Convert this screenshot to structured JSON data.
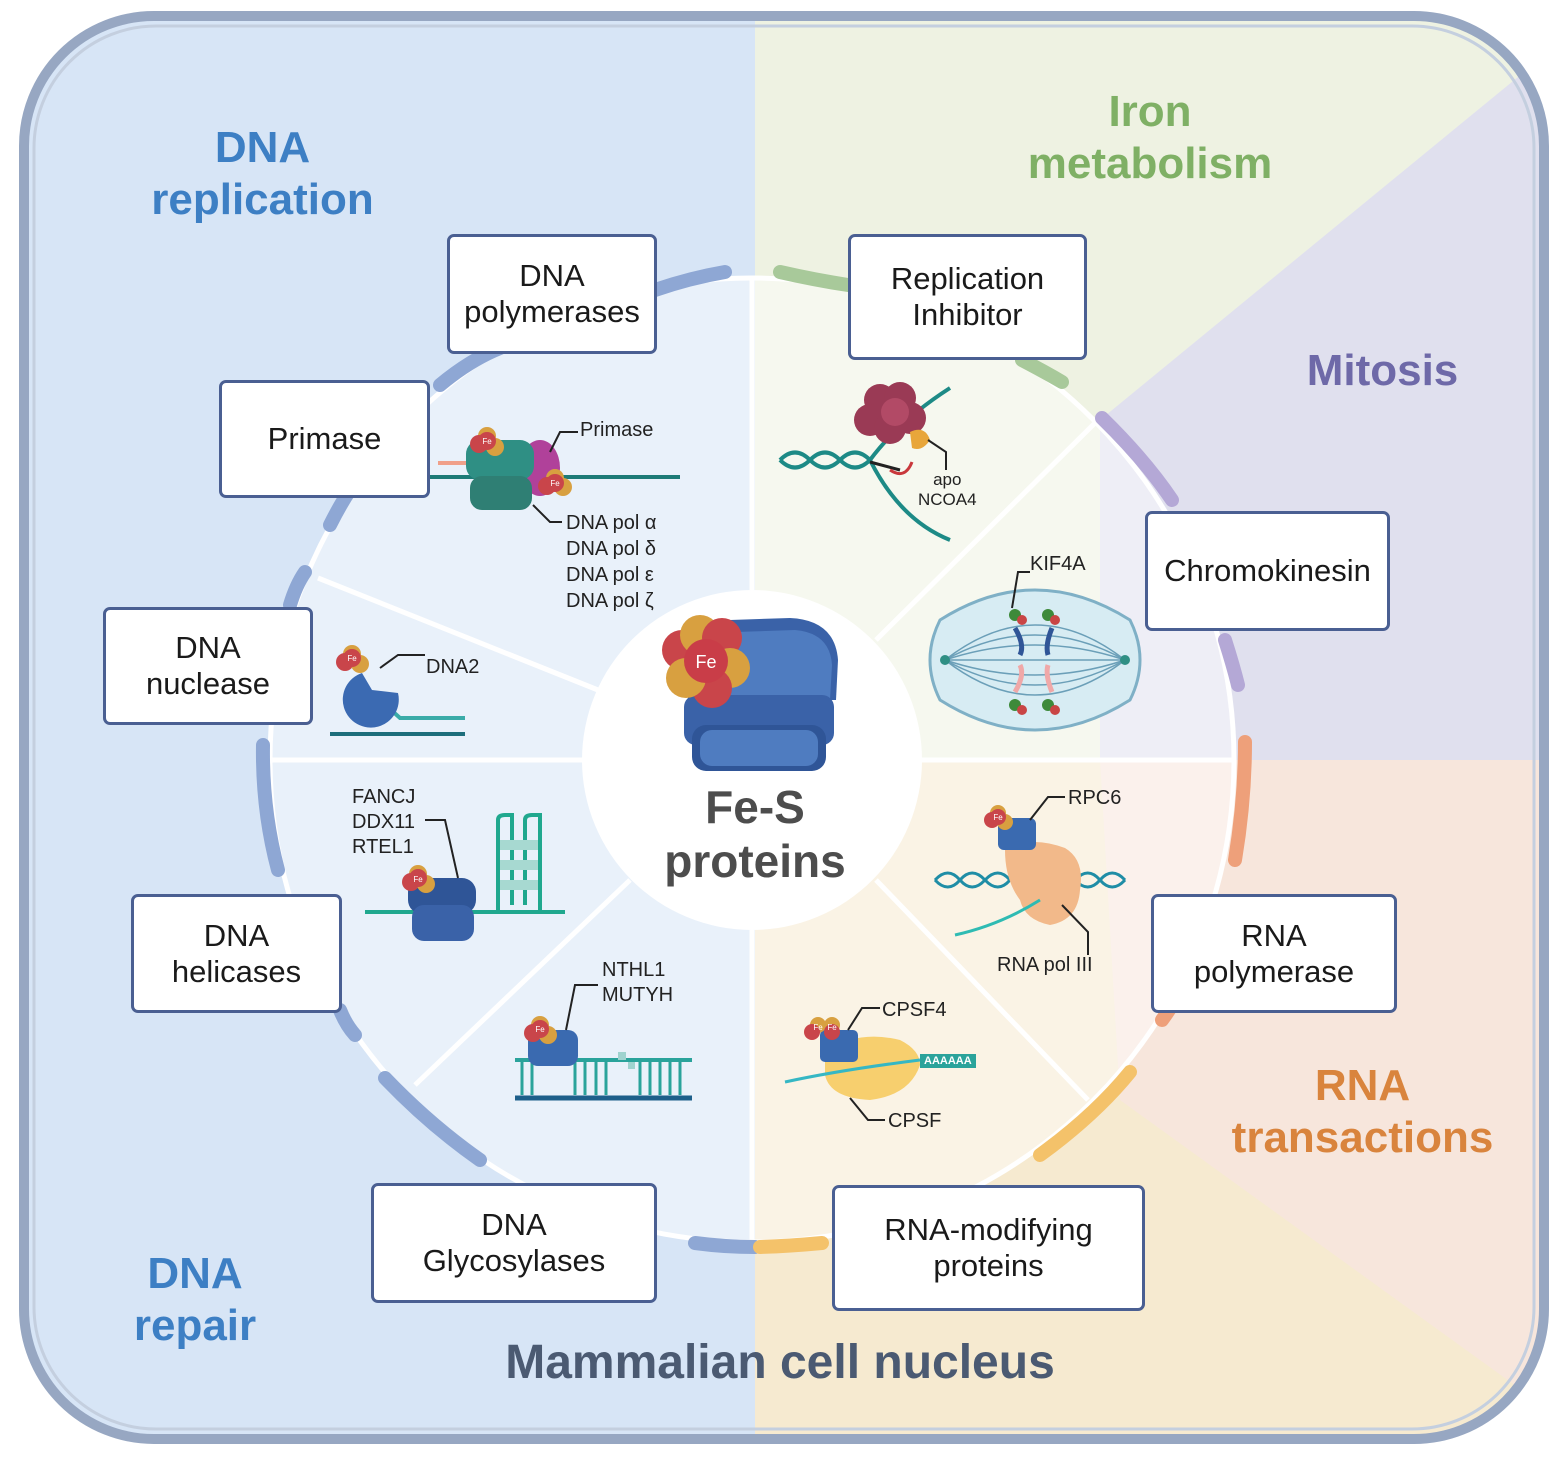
{
  "center": {
    "line1": "Fe-S",
    "line2": "proteins",
    "fe_symbol": "Fe"
  },
  "nucleus_label": "Mammalian cell nucleus",
  "categories": {
    "dna_replication": {
      "line1": "DNA",
      "line2": "replication",
      "color": "#3d7fc4"
    },
    "iron_metabolism": {
      "line1": "Iron",
      "line2": "metabolism",
      "color": "#7fb065"
    },
    "mitosis": {
      "line1": "Mitosis",
      "color": "#6e69a8"
    },
    "rna_transactions": {
      "line1": "RNA",
      "line2": "transactions",
      "color": "#d9843d"
    },
    "dna_repair": {
      "line1": "DNA",
      "line2": "repair",
      "color": "#3d7fc4"
    }
  },
  "boxes": {
    "dna_polymerases": {
      "line1": "DNA",
      "line2": "polymerases"
    },
    "primase": {
      "line1": "Primase"
    },
    "dna_nuclease": {
      "line1": "DNA",
      "line2": "nuclease"
    },
    "dna_helicases": {
      "line1": "DNA",
      "line2": "helicases"
    },
    "dna_glycosylases": {
      "line1": "DNA",
      "line2": "Glycosylases"
    },
    "rna_modifying": {
      "line1": "RNA-modifying",
      "line2": "proteins"
    },
    "rna_polymerase": {
      "line1": "RNA",
      "line2": "polymerase"
    },
    "chromokinesin": {
      "line1": "Chromokinesin"
    },
    "replication_inhibitor": {
      "line1": "Replication",
      "line2": "Inhibitor"
    }
  },
  "labels": {
    "primase": "Primase",
    "pol_alpha": "DNA pol α",
    "pol_delta": "DNA pol δ",
    "pol_epsilon": "DNA pol ε",
    "pol_zeta": "DNA pol ζ",
    "dna2": "DNA2",
    "fancj": "FANCJ",
    "ddx11": "DDX11",
    "rtel1": "RTEL1",
    "nthl1": "NTHL1",
    "mutyh": "MUTYH",
    "apo": "apo",
    "ncoa4": "NCOA4",
    "kif4a": "KIF4A",
    "rpc6": "RPC6",
    "rna_pol_iii": "RNA pol III",
    "cpsf4": "CPSF4",
    "cpsf": "CPSF",
    "polya": "AAAAAA",
    "fe_small": "Fe"
  },
  "colors": {
    "blue_region": "#d7e5f6",
    "green_region": "#eef2e2",
    "purple_region": "#e0e0ee",
    "peach_region": "#f7e6dc",
    "yellow_region": "#f6ead0",
    "membrane": "#9fb0c8",
    "box_border": "#4a5f92"
  }
}
